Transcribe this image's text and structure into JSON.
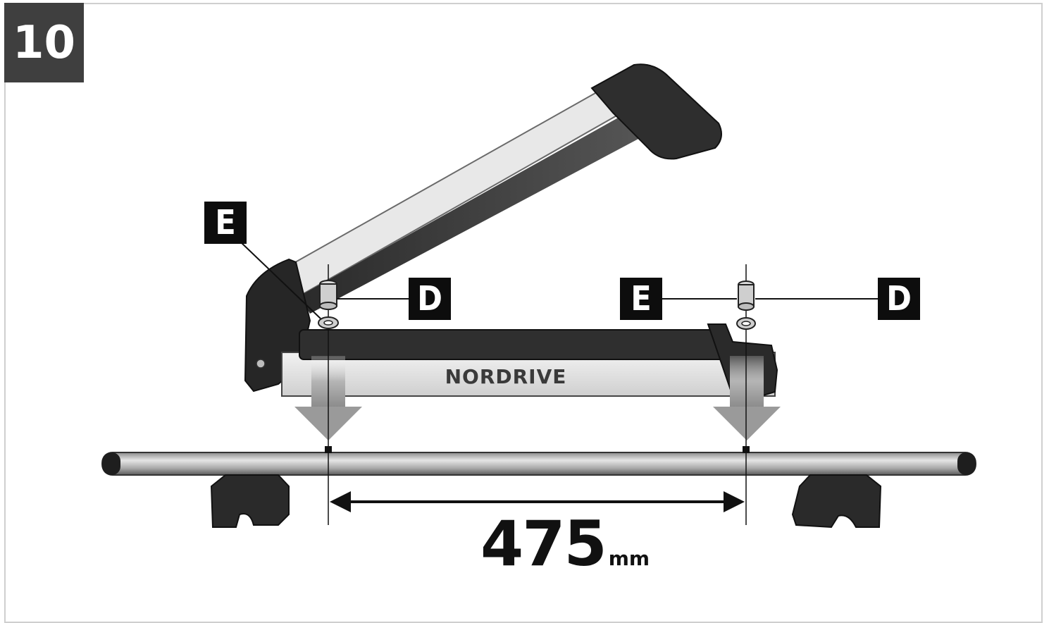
{
  "step": {
    "number": "10"
  },
  "callouts": {
    "left_e": "E",
    "left_d": "D",
    "right_e": "E",
    "right_d": "D"
  },
  "product": {
    "brand": "NORDRIVE"
  },
  "dimension": {
    "value": "475",
    "unit": "mm"
  },
  "colors": {
    "step_box": "#3f3f3f",
    "callout_box": "#0d0d0d",
    "arrow": "#9a9a9a",
    "bar": "#b8b8b8"
  }
}
